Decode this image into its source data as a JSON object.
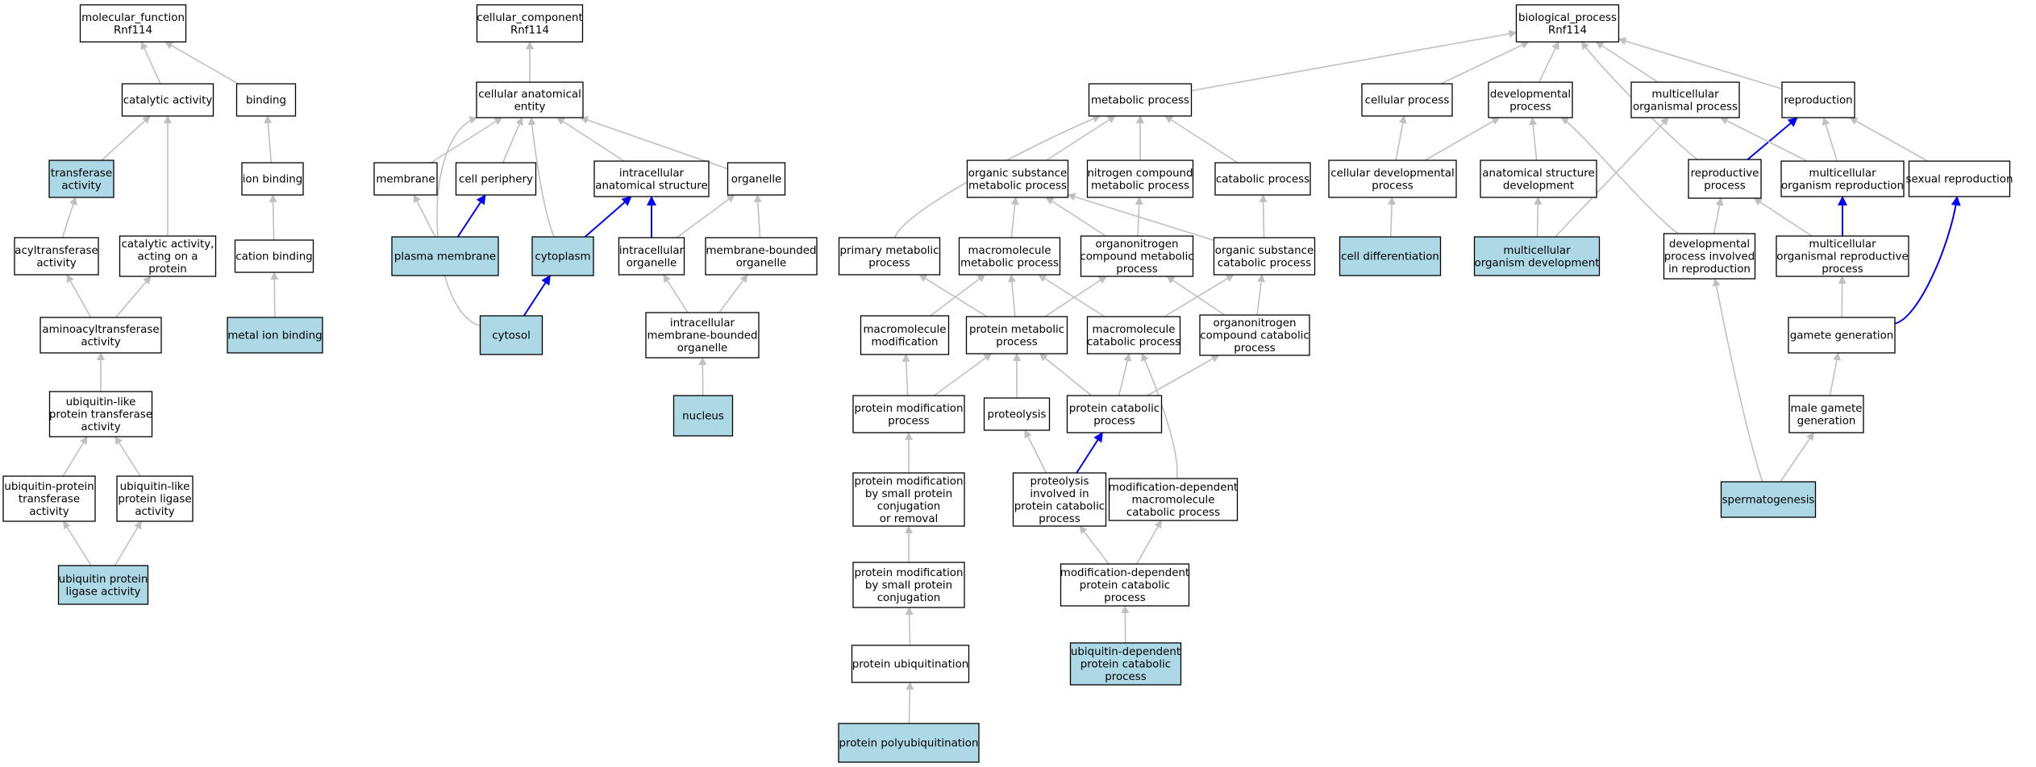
{
  "colors": {
    "highlight_fill": "#add8e6",
    "plain_fill": "#ffffff",
    "edge_gray": "#c0c0c0",
    "edge_blue": "#0000ff"
  },
  "nodes": [
    {
      "id": "mf",
      "lines": [
        "molecular_function",
        "Rnf114"
      ],
      "highlight": false
    },
    {
      "id": "catalytic",
      "lines": [
        "catalytic activity"
      ],
      "highlight": false
    },
    {
      "id": "binding",
      "lines": [
        "binding"
      ],
      "highlight": false
    },
    {
      "id": "transferase",
      "lines": [
        "transferase",
        "activity"
      ],
      "highlight": true
    },
    {
      "id": "ionbinding",
      "lines": [
        "ion binding"
      ],
      "highlight": false
    },
    {
      "id": "acyltransferase",
      "lines": [
        "acyltransferase",
        "activity"
      ],
      "highlight": false
    },
    {
      "id": "catalytic_protein",
      "lines": [
        "catalytic activity,",
        "acting on a",
        "protein"
      ],
      "highlight": false
    },
    {
      "id": "cationbinding",
      "lines": [
        "cation binding"
      ],
      "highlight": false
    },
    {
      "id": "aminoacyl",
      "lines": [
        "aminoacyltransferase",
        "activity"
      ],
      "highlight": false
    },
    {
      "id": "metalion",
      "lines": [
        "metal ion binding"
      ],
      "highlight": true
    },
    {
      "id": "ubl_transferase",
      "lines": [
        "ubiquitin-like",
        "protein transferase",
        "activity"
      ],
      "highlight": false
    },
    {
      "id": "ub_transferase",
      "lines": [
        "ubiquitin-protein",
        "transferase",
        "activity"
      ],
      "highlight": false
    },
    {
      "id": "ubl_ligase",
      "lines": [
        "ubiquitin-like",
        "protein ligase",
        "activity"
      ],
      "highlight": false
    },
    {
      "id": "ub_ligase",
      "lines": [
        "ubiquitin protein",
        "ligase activity"
      ],
      "highlight": true
    },
    {
      "id": "cc",
      "lines": [
        "cellular_component",
        "Rnf114"
      ],
      "highlight": false
    },
    {
      "id": "cae",
      "lines": [
        "cellular anatomical",
        "entity"
      ],
      "highlight": false
    },
    {
      "id": "membrane",
      "lines": [
        "membrane"
      ],
      "highlight": false
    },
    {
      "id": "periphery",
      "lines": [
        "cell periphery"
      ],
      "highlight": false
    },
    {
      "id": "ias",
      "lines": [
        "intracellular",
        "anatomical structure"
      ],
      "highlight": false
    },
    {
      "id": "organelle",
      "lines": [
        "organelle"
      ],
      "highlight": false
    },
    {
      "id": "plasma",
      "lines": [
        "plasma membrane"
      ],
      "highlight": true
    },
    {
      "id": "cytoplasm",
      "lines": [
        "cytoplasm"
      ],
      "highlight": true
    },
    {
      "id": "io",
      "lines": [
        "intracellular",
        "organelle"
      ],
      "highlight": false
    },
    {
      "id": "mbo",
      "lines": [
        "membrane-bounded",
        "organelle"
      ],
      "highlight": false
    },
    {
      "id": "cytosol",
      "lines": [
        "cytosol"
      ],
      "highlight": true
    },
    {
      "id": "imbo",
      "lines": [
        "intracellular",
        "membrane-bounded",
        "organelle"
      ],
      "highlight": false
    },
    {
      "id": "nucleus",
      "lines": [
        "nucleus"
      ],
      "highlight": true
    },
    {
      "id": "bp",
      "lines": [
        "biological_process",
        "Rnf114"
      ],
      "highlight": false
    },
    {
      "id": "metabolic",
      "lines": [
        "metabolic process"
      ],
      "highlight": false
    },
    {
      "id": "cellular",
      "lines": [
        "cellular process"
      ],
      "highlight": false
    },
    {
      "id": "developmental",
      "lines": [
        "developmental",
        "process"
      ],
      "highlight": false
    },
    {
      "id": "multi_org",
      "lines": [
        "multicellular",
        "organismal process"
      ],
      "highlight": false
    },
    {
      "id": "reproduction",
      "lines": [
        "reproduction"
      ],
      "highlight": false
    },
    {
      "id": "osm",
      "lines": [
        "organic substance",
        "metabolic process"
      ],
      "highlight": false
    },
    {
      "id": "ncm",
      "lines": [
        "nitrogen compound",
        "metabolic process"
      ],
      "highlight": false
    },
    {
      "id": "catabolic",
      "lines": [
        "catabolic process"
      ],
      "highlight": false
    },
    {
      "id": "celldev",
      "lines": [
        "cellular developmental",
        "process"
      ],
      "highlight": false
    },
    {
      "id": "asd",
      "lines": [
        "anatomical structure",
        "development"
      ],
      "highlight": false
    },
    {
      "id": "repro_proc",
      "lines": [
        "reproductive",
        "process"
      ],
      "highlight": false
    },
    {
      "id": "multi_repro",
      "lines": [
        "multicellular",
        "organism reproduction"
      ],
      "highlight": false
    },
    {
      "id": "sexual",
      "lines": [
        "sexual reproduction"
      ],
      "highlight": false
    },
    {
      "id": "primary",
      "lines": [
        "primary metabolic",
        "process"
      ],
      "highlight": false
    },
    {
      "id": "macro_meta",
      "lines": [
        "macromolecule",
        "metabolic process"
      ],
      "highlight": false
    },
    {
      "id": "orgN_meta",
      "lines": [
        "organonitrogen",
        "compound metabolic",
        "process"
      ],
      "highlight": false
    },
    {
      "id": "osc",
      "lines": [
        "organic substance",
        "catabolic process"
      ],
      "highlight": false
    },
    {
      "id": "celldiff",
      "lines": [
        "cell differentiation"
      ],
      "highlight": true
    },
    {
      "id": "mod_dev",
      "lines": [
        "multicellular",
        "organism development"
      ],
      "highlight": true
    },
    {
      "id": "dev_repro",
      "lines": [
        "developmental",
        "process involved",
        "in reproduction"
      ],
      "highlight": false
    },
    {
      "id": "multi_repro_proc",
      "lines": [
        "multicellular",
        "organismal reproductive",
        "process"
      ],
      "highlight": false
    },
    {
      "id": "macro_mod",
      "lines": [
        "macromolecule",
        "modification"
      ],
      "highlight": false
    },
    {
      "id": "prot_meta",
      "lines": [
        "protein metabolic",
        "process"
      ],
      "highlight": false
    },
    {
      "id": "macro_cat",
      "lines": [
        "macromolecule",
        "catabolic process"
      ],
      "highlight": false
    },
    {
      "id": "orgN_cat",
      "lines": [
        "organonitrogen",
        "compound catabolic",
        "process"
      ],
      "highlight": false
    },
    {
      "id": "gamete",
      "lines": [
        "gamete generation"
      ],
      "highlight": false
    },
    {
      "id": "prot_mod",
      "lines": [
        "protein modification",
        "process"
      ],
      "highlight": false
    },
    {
      "id": "proteolysis",
      "lines": [
        "proteolysis"
      ],
      "highlight": false
    },
    {
      "id": "prot_cat",
      "lines": [
        "protein catabolic",
        "process"
      ],
      "highlight": false
    },
    {
      "id": "male_gamete",
      "lines": [
        "male gamete",
        "generation"
      ],
      "highlight": false
    },
    {
      "id": "pm_small",
      "lines": [
        "protein modification",
        "by small protein",
        "conjugation",
        "or removal"
      ],
      "highlight": false
    },
    {
      "id": "prot_inv",
      "lines": [
        "proteolysis",
        "involved in",
        "protein catabolic",
        "process"
      ],
      "highlight": false
    },
    {
      "id": "mod_dep_macro",
      "lines": [
        "modification-dependent",
        "macromolecule",
        "catabolic process"
      ],
      "highlight": false
    },
    {
      "id": "spermatogenesis",
      "lines": [
        "spermatogenesis"
      ],
      "highlight": true
    },
    {
      "id": "pm_conj",
      "lines": [
        "protein modification",
        "by small protein",
        "conjugation"
      ],
      "highlight": false
    },
    {
      "id": "mod_dep_prot",
      "lines": [
        "modification-dependent",
        "protein catabolic",
        "process"
      ],
      "highlight": false
    },
    {
      "id": "prot_ubq",
      "lines": [
        "protein ubiquitination"
      ],
      "highlight": false
    },
    {
      "id": "ub_dep",
      "lines": [
        "ubiquitin-dependent",
        "protein catabolic",
        "process"
      ],
      "highlight": true
    },
    {
      "id": "polyubq",
      "lines": [
        "protein polyubiquitination"
      ],
      "highlight": true
    }
  ],
  "edges": [
    [
      "catalytic",
      "mf",
      "gray"
    ],
    [
      "binding",
      "mf",
      "gray"
    ],
    [
      "transferase",
      "catalytic",
      "gray"
    ],
    [
      "catalytic_protein",
      "catalytic",
      "gray"
    ],
    [
      "ionbinding",
      "binding",
      "gray"
    ],
    [
      "acyltransferase",
      "transferase",
      "gray"
    ],
    [
      "cationbinding",
      "ionbinding",
      "gray"
    ],
    [
      "aminoacyl",
      "acyltransferase",
      "gray"
    ],
    [
      "aminoacyl",
      "catalytic_protein",
      "gray"
    ],
    [
      "metalion",
      "cationbinding",
      "gray"
    ],
    [
      "ubl_transferase",
      "aminoacyl",
      "gray"
    ],
    [
      "ub_transferase",
      "ubl_transferase",
      "gray"
    ],
    [
      "ubl_ligase",
      "ubl_transferase",
      "gray"
    ],
    [
      "ub_ligase",
      "ub_transferase",
      "gray"
    ],
    [
      "ub_ligase",
      "ubl_ligase",
      "gray"
    ],
    [
      "cae",
      "cc",
      "gray"
    ],
    [
      "membrane",
      "cae",
      "gray"
    ],
    [
      "periphery",
      "cae",
      "gray"
    ],
    [
      "ias",
      "cae",
      "gray"
    ],
    [
      "organelle",
      "cae",
      "gray"
    ],
    [
      "plasma",
      "membrane",
      "gray"
    ],
    [
      "plasma",
      "periphery",
      "blue"
    ],
    [
      "cytoplasm",
      "ias",
      "blue"
    ],
    [
      "cytoplasm",
      "cae",
      "gray"
    ],
    [
      "io",
      "ias",
      "blue"
    ],
    [
      "io",
      "organelle",
      "gray"
    ],
    [
      "mbo",
      "organelle",
      "gray"
    ],
    [
      "cytosol",
      "cytoplasm",
      "blue"
    ],
    [
      "cytosol",
      "cae",
      "gray"
    ],
    [
      "imbo",
      "io",
      "gray"
    ],
    [
      "imbo",
      "mbo",
      "gray"
    ],
    [
      "nucleus",
      "imbo",
      "gray"
    ],
    [
      "metabolic",
      "bp",
      "gray"
    ],
    [
      "cellular",
      "bp",
      "gray"
    ],
    [
      "developmental",
      "bp",
      "gray"
    ],
    [
      "multi_org",
      "bp",
      "gray"
    ],
    [
      "reproduction",
      "bp",
      "gray"
    ],
    [
      "osm",
      "metabolic",
      "gray"
    ],
    [
      "ncm",
      "metabolic",
      "gray"
    ],
    [
      "catabolic",
      "metabolic",
      "gray"
    ],
    [
      "celldev",
      "cellular",
      "gray"
    ],
    [
      "celldev",
      "developmental",
      "gray"
    ],
    [
      "asd",
      "developmental",
      "gray"
    ],
    [
      "repro_proc",
      "reproduction",
      "blue"
    ],
    [
      "repro_proc",
      "bp",
      "gray"
    ],
    [
      "multi_repro",
      "reproduction",
      "gray"
    ],
    [
      "multi_repro",
      "multi_org",
      "gray"
    ],
    [
      "sexual",
      "reproduction",
      "gray"
    ],
    [
      "primary",
      "metabolic",
      "gray"
    ],
    [
      "macro_meta",
      "osm",
      "gray"
    ],
    [
      "orgN_meta",
      "ncm",
      "gray"
    ],
    [
      "orgN_meta",
      "osm",
      "gray"
    ],
    [
      "osc",
      "catabolic",
      "gray"
    ],
    [
      "osc",
      "osm",
      "gray"
    ],
    [
      "celldiff",
      "celldev",
      "gray"
    ],
    [
      "mod_dev",
      "asd",
      "gray"
    ],
    [
      "mod_dev",
      "multi_org",
      "gray"
    ],
    [
      "dev_repro",
      "repro_proc",
      "gray"
    ],
    [
      "dev_repro",
      "developmental",
      "gray"
    ],
    [
      "multi_repro_proc",
      "multi_repro",
      "blue"
    ],
    [
      "multi_repro_proc",
      "repro_proc",
      "gray"
    ],
    [
      "macro_mod",
      "macro_meta",
      "gray"
    ],
    [
      "prot_meta",
      "macro_meta",
      "gray"
    ],
    [
      "prot_meta",
      "primary",
      "gray"
    ],
    [
      "prot_meta",
      "orgN_meta",
      "gray"
    ],
    [
      "macro_cat",
      "macro_meta",
      "gray"
    ],
    [
      "macro_cat",
      "osc",
      "gray"
    ],
    [
      "orgN_cat",
      "orgN_meta",
      "gray"
    ],
    [
      "orgN_cat",
      "osc",
      "gray"
    ],
    [
      "gamete",
      "multi_repro_proc",
      "gray"
    ],
    [
      "gamete",
      "sexual",
      "blue"
    ],
    [
      "prot_mod",
      "macro_mod",
      "gray"
    ],
    [
      "prot_mod",
      "prot_meta",
      "gray"
    ],
    [
      "proteolysis",
      "prot_meta",
      "gray"
    ],
    [
      "prot_cat",
      "prot_meta",
      "gray"
    ],
    [
      "prot_cat",
      "macro_cat",
      "gray"
    ],
    [
      "prot_cat",
      "orgN_cat",
      "gray"
    ],
    [
      "male_gamete",
      "gamete",
      "gray"
    ],
    [
      "pm_small",
      "prot_mod",
      "gray"
    ],
    [
      "prot_inv",
      "proteolysis",
      "gray"
    ],
    [
      "prot_inv",
      "prot_cat",
      "blue"
    ],
    [
      "mod_dep_macro",
      "macro_cat",
      "gray"
    ],
    [
      "spermatogenesis",
      "male_gamete",
      "gray"
    ],
    [
      "spermatogenesis",
      "dev_repro",
      "gray"
    ],
    [
      "pm_conj",
      "pm_small",
      "gray"
    ],
    [
      "mod_dep_prot",
      "prot_inv",
      "gray"
    ],
    [
      "mod_dep_prot",
      "mod_dep_macro",
      "gray"
    ],
    [
      "prot_ubq",
      "pm_conj",
      "gray"
    ],
    [
      "ub_dep",
      "mod_dep_prot",
      "gray"
    ],
    [
      "polyubq",
      "prot_ubq",
      "gray"
    ]
  ]
}
